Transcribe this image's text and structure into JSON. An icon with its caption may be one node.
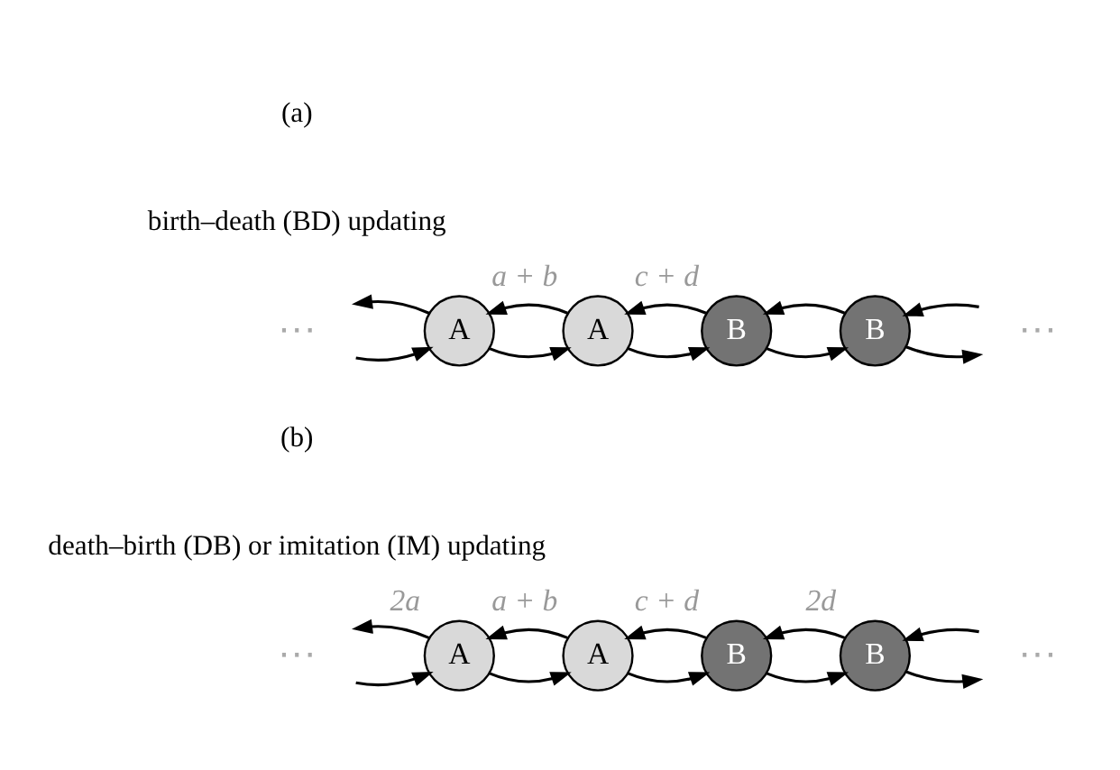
{
  "diagram": {
    "nodes": [
      {
        "text": [
          "···"
        ]
      },
      {
        "text": [
          "A"
        ]
      },
      {
        "text": [
          "A"
        ],
        "beside": [
          "a + b"
        ]
      },
      {
        "text": [
          "B"
        ],
        "beside": [
          "c + d"
        ]
      },
      {
        "text": [
          "B"
        ]
      },
      {
        "text": [
          "···"
        ]
      },
      {
        "text": [
          "···"
        ]
      },
      {
        "text": [
          "A"
        ],
        "beside": [
          "2a"
        ]
      },
      {
        "text": [
          "A"
        ],
        "beside": [
          "a + b"
        ]
      },
      {
        "text": [
          "B"
        ],
        "beside": [
          "c + d"
        ]
      },
      {
        "text": [
          "B"
        ],
        "beside": [
          "2d"
        ]
      },
      {
        "text": [
          "···"
        ]
      }
    ],
    "edges": [
      {
        "from": 0,
        "to": 1,
        "arrow": "to"
      },
      {
        "from": 1,
        "to": 0,
        "arrow": "to"
      },
      {
        "from": 1,
        "to": 2,
        "arrow": "to"
      },
      {
        "from": 2,
        "to": 1,
        "arrow": "to"
      },
      {
        "from": 2,
        "to": 3,
        "arrow": "to"
      },
      {
        "from": 3,
        "to": 2,
        "arrow": "to"
      },
      {
        "from": 3,
        "to": 4,
        "arrow": "to"
      },
      {
        "from": 4,
        "to": 3,
        "arrow": "to"
      },
      {
        "from": 4,
        "to": 5,
        "arrow": "to"
      },
      {
        "from": 5,
        "to": 4,
        "arrow": "to"
      },
      {
        "from": 6,
        "to": 7,
        "arrow": "to"
      },
      {
        "from": 7,
        "to": 6,
        "arrow": "to"
      },
      {
        "from": 7,
        "to": 8,
        "arrow": "to"
      },
      {
        "from": 8,
        "to": 7,
        "arrow": "to"
      },
      {
        "from": 8,
        "to": 9,
        "arrow": "to"
      },
      {
        "from": 9,
        "to": 8,
        "arrow": "to"
      },
      {
        "from": 9,
        "to": 10,
        "arrow": "to"
      },
      {
        "from": 10,
        "to": 9,
        "arrow": "to"
      },
      {
        "from": 10,
        "to": 11,
        "arrow": "to"
      },
      {
        "from": 11,
        "to": 10,
        "arrow": "to"
      }
    ],
    "labels": [
      "(a)",
      "birth–death (BD) updating",
      "(b)",
      "death–birth (DB) or imitation (IM) updating"
    ]
  }
}
